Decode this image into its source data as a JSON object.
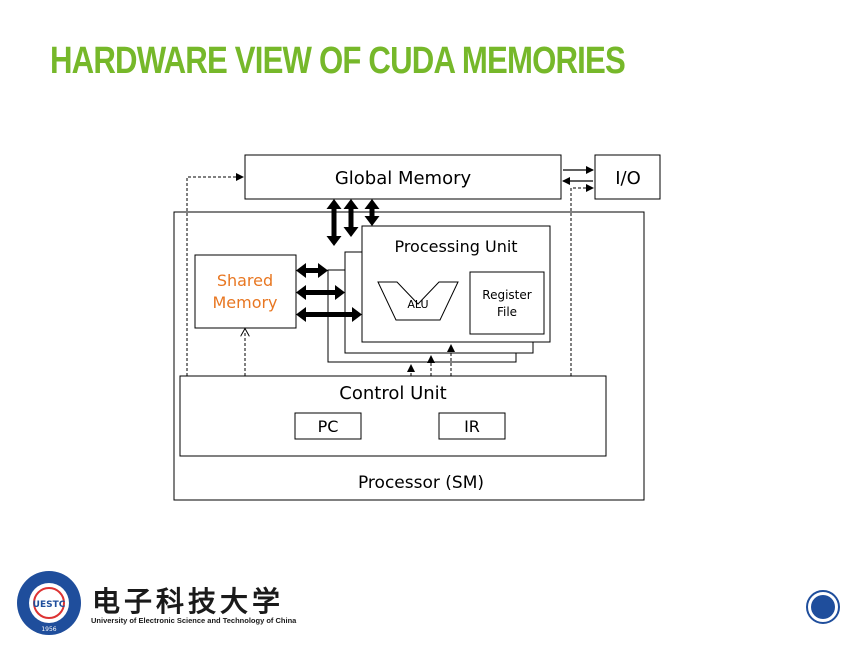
{
  "slide": {
    "title": "HARDWARE VIEW OF CUDA MEMORIES"
  },
  "diagram": {
    "global_memory": "Global Memory",
    "io": "I/O",
    "processing_unit": "Processing Unit",
    "shared_memory_line1": "Shared",
    "shared_memory_line2": "Memory",
    "alu": "ALU",
    "register_file_line1": "Register",
    "register_file_line2": "File",
    "control_unit": "Control Unit",
    "pc": "PC",
    "ir": "IR",
    "processor": "Processor (SM)"
  },
  "footer": {
    "logo_chinese": "电子科技大学",
    "logo_english": "University of Electronic Science and Technology of China",
    "logo_badge_text": "UESTC",
    "logo_year": "1956"
  },
  "colors": {
    "title": "#76b82a",
    "shared_memory_text": "#e87722",
    "nav_button": "#1f4e9c"
  }
}
